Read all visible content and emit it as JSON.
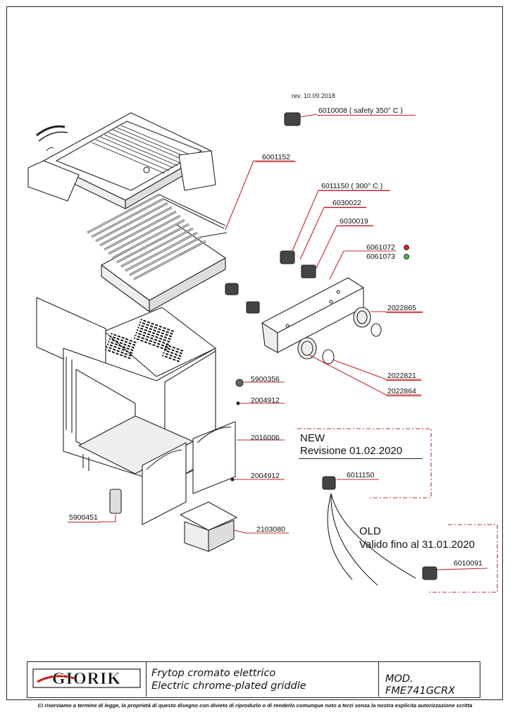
{
  "revision": "rev. 10.09.2018",
  "parts": [
    {
      "code": "6010008  ( safety 350° C )"
    },
    {
      "code": "6001152"
    },
    {
      "code": "6011150 ( 300° C )"
    },
    {
      "code": "6030022"
    },
    {
      "code": "6030019"
    },
    {
      "code": "6061072"
    },
    {
      "code": "6061073"
    },
    {
      "code": "2022865"
    },
    {
      "code": "2022821"
    },
    {
      "code": "2022864"
    },
    {
      "code": "5900356"
    },
    {
      "code": "2004912"
    },
    {
      "code": "2016006"
    },
    {
      "code": "2004912"
    },
    {
      "code": "5900451"
    },
    {
      "code": "2103080"
    },
    {
      "code": "6011150"
    },
    {
      "code": "6010091"
    }
  ],
  "new_box": {
    "title": "NEW",
    "subtitle": "Revisione 01.02.2020"
  },
  "old_box": {
    "title": "OLD",
    "subtitle": "Valido fino al 31.01.2020"
  },
  "colors": {
    "leader": "#c0282e",
    "dot_red": "#e02020",
    "dot_green": "#3ec13e",
    "logo_red": "#d01818"
  },
  "title_block": {
    "logo": "GIORIK",
    "desc_it": "Frytop cromato elettrico",
    "desc_en": "Electric chrome-plated griddle",
    "model": "MOD. FME741GCRX"
  },
  "footer": "Ci riserviamo a termine di legge, la proprietà di questo disegno con divieto di riprodurlo o di renderlo comunque noto a terzi senza la nostra esplicita autorizzazione scritta"
}
